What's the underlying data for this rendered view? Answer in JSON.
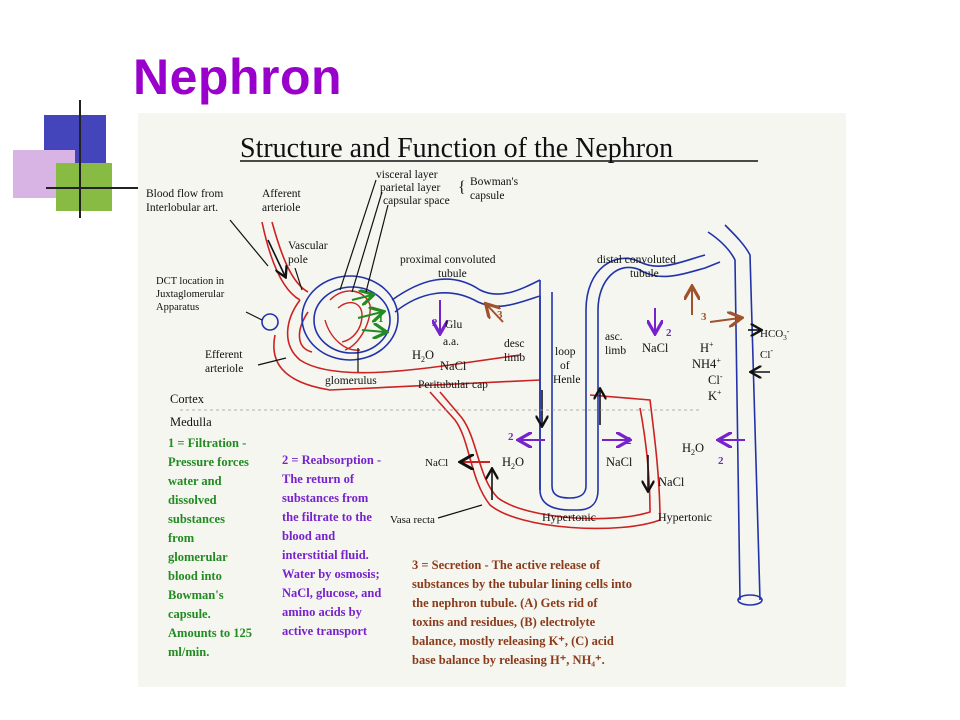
{
  "slide": {
    "title": "Nephron"
  },
  "colors": {
    "title": "#9900cc",
    "blue_tubule": "#2233aa",
    "red_vessel": "#cc2222",
    "purple_arrow": "#7722cc",
    "brown_arrow": "#a0522d",
    "green_text": "#228b22",
    "deco_blue": "#4444bb",
    "deco_purple": "#cc99dd",
    "deco_green": "#88bb44"
  },
  "diagram": {
    "heading": "Structure and Function of the Nephron",
    "labels": {
      "blood_flow_1": "Blood flow from",
      "blood_flow_2": "Interlobular art.",
      "afferent_1": "Afferent",
      "afferent_2": "arteriole",
      "visceral": "visceral layer",
      "parietal": "parietal layer",
      "capsular": "capsular space",
      "bowmans_1": "Bowman's",
      "bowmans_2": "capsule",
      "vascular_1": "Vascular",
      "vascular_2": "pole",
      "dct_1": "DCT location in",
      "dct_2": "Juxtaglomerular",
      "dct_3": "Apparatus",
      "efferent_1": "Efferent",
      "efferent_2": "arteriole",
      "glomerulus": "glomerulus",
      "pct_1": "proximal convoluted",
      "pct_2": "tubule",
      "dct_tub_1": "distal convoluted",
      "dct_tub_2": "tubule",
      "glu": "Glu",
      "aa": "a.a.",
      "h2o_left": "H",
      "nacl_left": "NaCl",
      "peritubular": "Peritubular cap",
      "desc_1": "desc",
      "desc_2": "limb",
      "loop_1": "loop",
      "loop_2": "of",
      "loop_3": "Henle",
      "asc_1": "asc.",
      "asc_2": "limb",
      "nacl_dct": "NaCl",
      "h_plus": "H",
      "nh4": "NH4",
      "cl_minus": "Cl",
      "k_plus": "K",
      "hco3": "HCO",
      "cl_right": "Cl",
      "cortex": "Cortex",
      "medulla": "Medulla",
      "h2o_right": "H",
      "nacl_vr": "NaCl",
      "h2o_desc": "H",
      "nacl_asc": "NaCl",
      "nacl_out": "NaCl",
      "vasa_recta": "Vasa recta",
      "hypertonic_1": "Hypertonic",
      "hypertonic_2": "Hypertonic",
      "num_1": "1",
      "num_2": "2",
      "num_3": "3"
    },
    "filtration": [
      "1 = Filtration -",
      "Pressure forces",
      "water and",
      "dissolved",
      "substances",
      "from",
      "glomerular",
      "blood into",
      "Bowman's",
      "capsule.",
      "Amounts to 125",
      "ml/min."
    ],
    "reabsorption": [
      "2 = Reabsorption -",
      "The return of",
      "substances from",
      "the filtrate to the",
      "blood and",
      "interstitial fluid.",
      "Water by osmosis;",
      "NaCl, glucose, and",
      "amino acids by",
      "active transport"
    ],
    "secretion": [
      "3 = Secretion - The active release of",
      "substances by the tubular lining cells into",
      "the nephron tubule.  (A) Gets rid of",
      "toxins and residues, (B) electrolyte",
      "balance, mostly releasing K⁺, (C) acid",
      "base balance by releasing H⁺, NH₄⁺."
    ]
  }
}
